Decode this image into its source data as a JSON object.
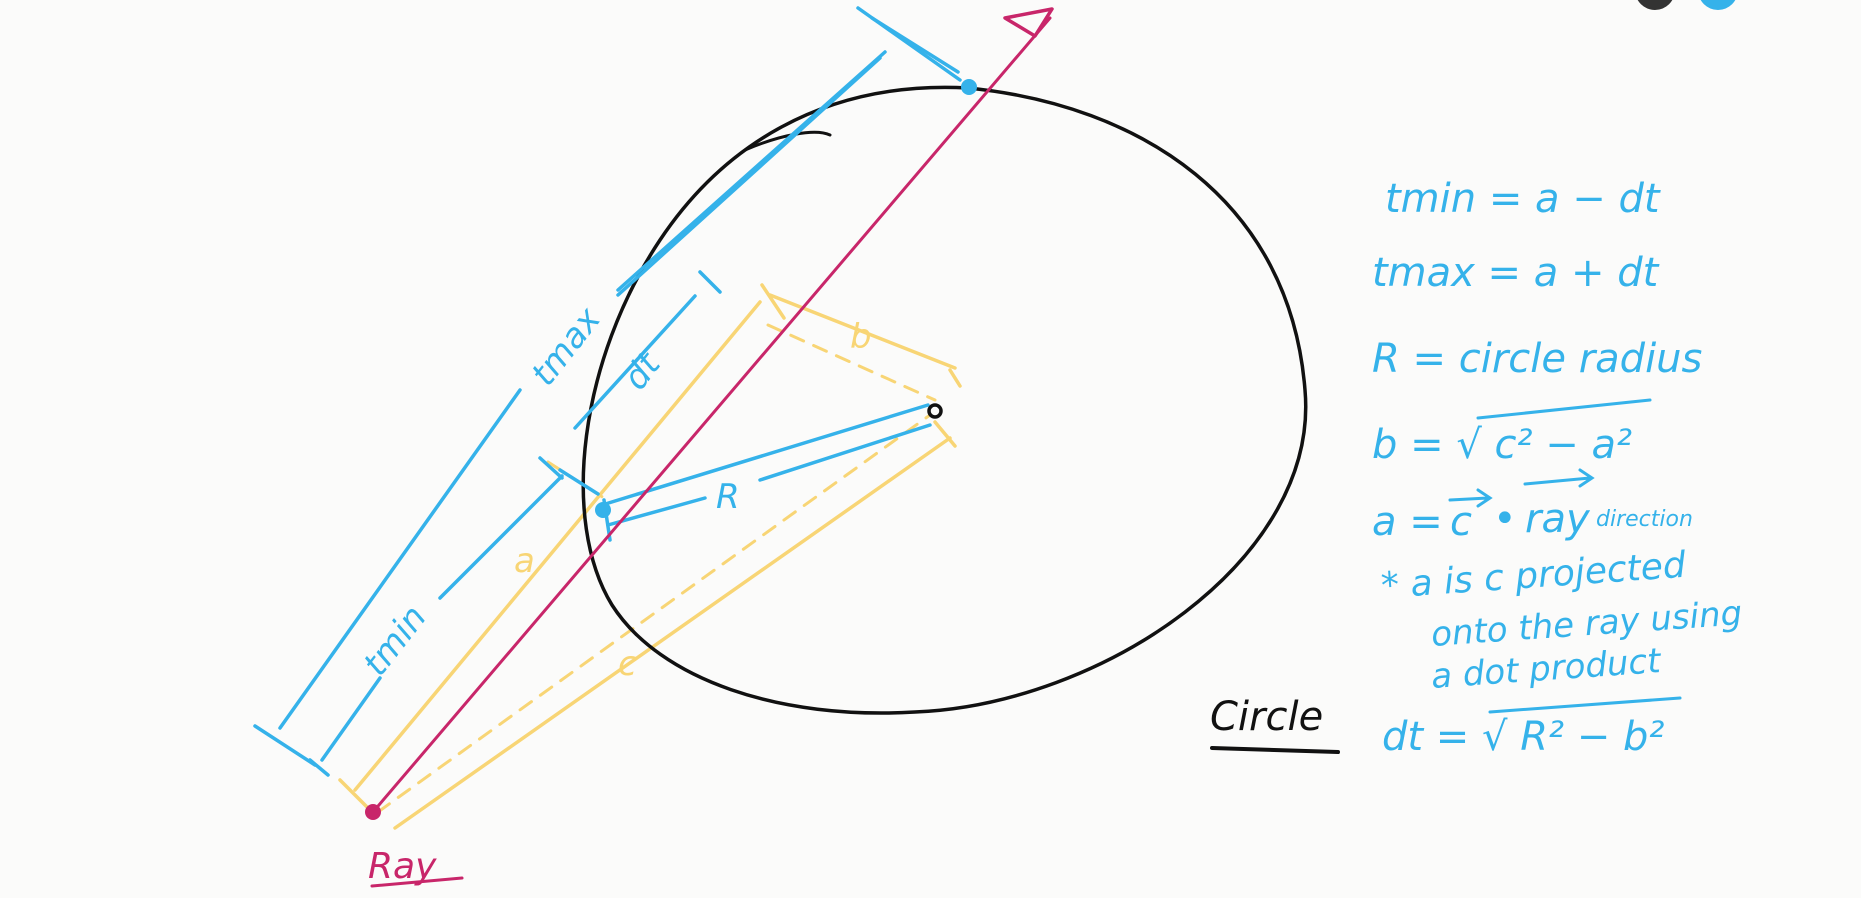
{
  "colors": {
    "paper": "#fbfbfa",
    "ray": "#c8266a",
    "blue": "#35b2ea",
    "yellow": "#f8d575",
    "ink": "#111111",
    "corner_dark": "#333333"
  },
  "labels": {
    "ray": "Ray",
    "circle": "Circle",
    "tmax": "tmax",
    "tmin": "tmin",
    "dt": "dt",
    "a": "a",
    "b": "b",
    "c": "c",
    "R": "R"
  },
  "formulas": {
    "tmin": "tmin = a − dt",
    "tmax": "tmax = a + dt",
    "R": "R = circle radius",
    "b": "b = √ c² − a²",
    "a_prefix": "a = ",
    "a_vec_c": "c",
    "a_dot": "•",
    "a_vec_ray": "ray",
    "a_subscript": "direction",
    "note_1": "* a is  c  projected",
    "note_2": "onto the ray using",
    "note_3": "a dot product",
    "dt": "dt = √ R² − b²"
  },
  "icons": [
    "arrowhead-icon",
    "point-marker-icon",
    "dot-product-icon",
    "vector-arrow-icon"
  ]
}
